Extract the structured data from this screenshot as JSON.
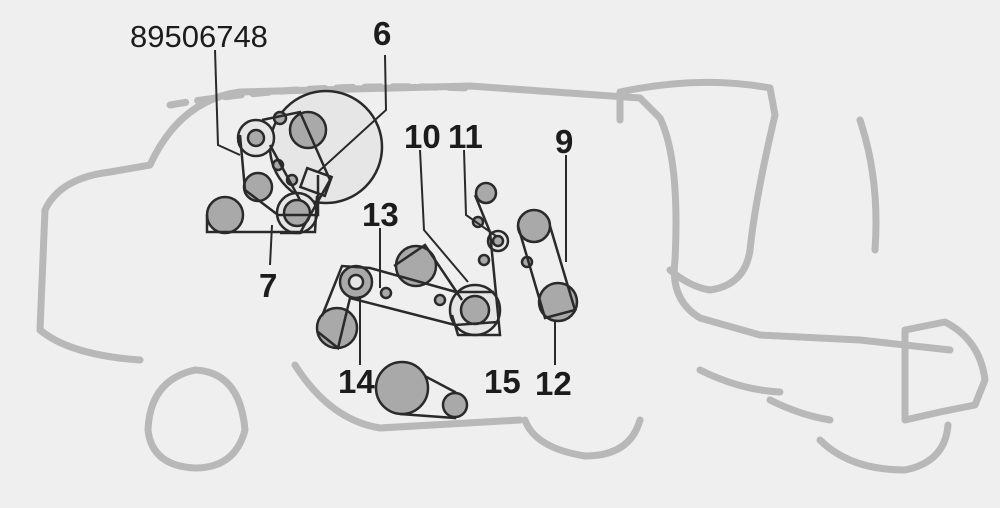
{
  "diagram": {
    "part_number": "89506748",
    "labels": {
      "l6": "6",
      "l7": "7",
      "l9": "9",
      "l10": "10",
      "l11": "11",
      "l12": "12",
      "l13": "13",
      "l14": "14",
      "l15": "15"
    },
    "colors": {
      "outline": "#b8b8b8",
      "pulley_fill": "#a9a9a9",
      "ink": "#2a2a2a",
      "background": "#efefef"
    }
  }
}
